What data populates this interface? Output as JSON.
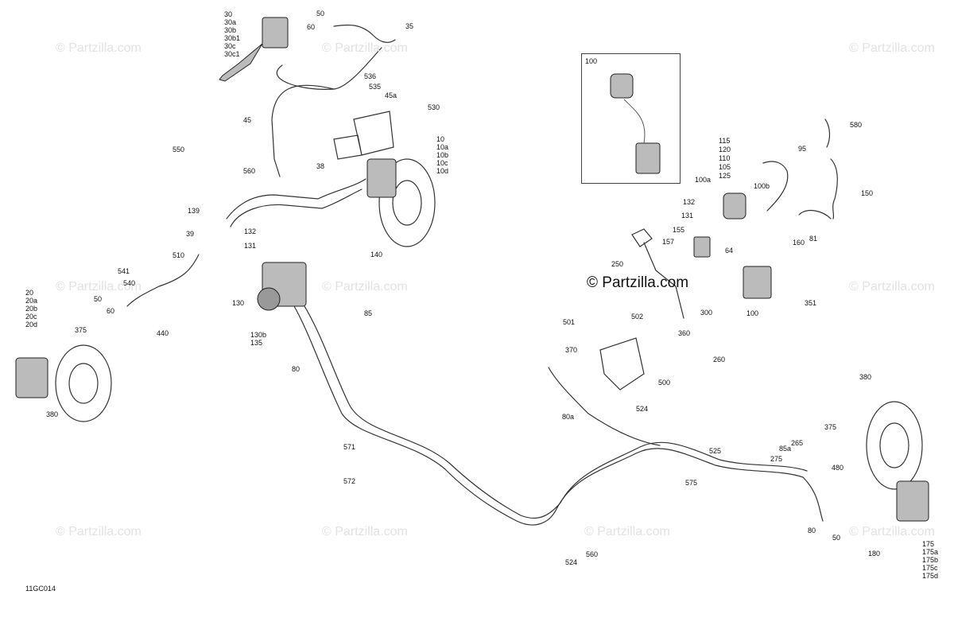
{
  "watermark": "© Partzilla.com",
  "center_watermark": "© Partzilla.com",
  "diagram_code": "11GC014",
  "inset_label": "100",
  "stacks": {
    "master_cyl": [
      "30",
      "30a",
      "30b",
      "30b1",
      "30c",
      "30c1"
    ],
    "caliper_front_right": [
      "10",
      "10a",
      "10b",
      "10c",
      "10d"
    ],
    "caliper_front_left": [
      "20",
      "20a",
      "20b",
      "20c",
      "20d"
    ],
    "caliper_rear": [
      "175",
      "175a",
      "175b",
      "175c",
      "175d"
    ],
    "abs_unit_sub": [
      "130b",
      "135"
    ]
  },
  "labels": {
    "l50a": "50",
    "l60a": "60",
    "l35": "35",
    "l536": "536",
    "l535": "535",
    "l45a": "45a",
    "l530": "530",
    "l45": "45",
    "l550": "550",
    "l560a": "560",
    "l139": "139",
    "l38": "38",
    "l39": "39",
    "l132a": "132",
    "l131a": "131",
    "l140": "140",
    "l510": "510",
    "l541": "541",
    "l540": "540",
    "l50b": "50",
    "l60b": "60",
    "l440": "440",
    "l130": "130",
    "l85": "85",
    "l375a": "375",
    "l380a": "380",
    "l80a": "80",
    "l571": "571",
    "l572": "572",
    "l115": "115",
    "l120": "120",
    "l110": "110",
    "l105": "105",
    "l125": "125",
    "l95": "95",
    "l580": "580",
    "l100a": "100a",
    "l100b": "100b",
    "l150": "150",
    "l132b": "132",
    "l131b": "131",
    "l155": "155",
    "l160": "160",
    "l81": "81",
    "l157": "157",
    "l64": "64",
    "l250": "250",
    "l300": "300",
    "l100": "100",
    "l351": "351",
    "l501": "501",
    "l502": "502",
    "l360": "360",
    "l370": "370",
    "l260": "260",
    "l500": "500",
    "l524a": "524",
    "l80a2": "80a",
    "l525": "525",
    "l575": "575",
    "l380b": "380",
    "l375b": "375",
    "l85a": "85a",
    "l265": "265",
    "l275": "275",
    "l480": "480",
    "l80b": "80",
    "l50c": "50",
    "l180": "180",
    "l524b": "524",
    "l560b": "560"
  }
}
